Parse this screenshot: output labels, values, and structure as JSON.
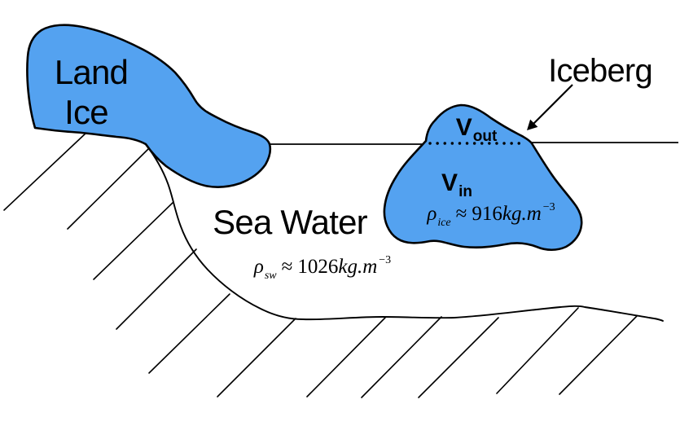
{
  "diagram": {
    "land_ice": {
      "line1": "Land",
      "line2": "Ice"
    },
    "sea_water": {
      "label": "Sea Water"
    },
    "iceberg": {
      "label": "Iceberg"
    },
    "volumes": {
      "v_out": {
        "symbol": "V",
        "subscript": "out"
      },
      "v_in": {
        "symbol": "V",
        "subscript": "in"
      }
    },
    "densities": {
      "ice": {
        "symbol": "ρ",
        "subscript": "ice",
        "relation": "≈",
        "value": "916",
        "unit": "kg.m",
        "exponent": "−3"
      },
      "sea_water": {
        "symbol": "ρ",
        "subscript": "sw",
        "relation": "≈",
        "value": "1026",
        "unit": "kg.m",
        "exponent": "−3"
      }
    }
  },
  "colors": {
    "ice_fill": "#54A2F0",
    "line": "#000000",
    "text": "#000000",
    "background": "#FFFFFF"
  }
}
